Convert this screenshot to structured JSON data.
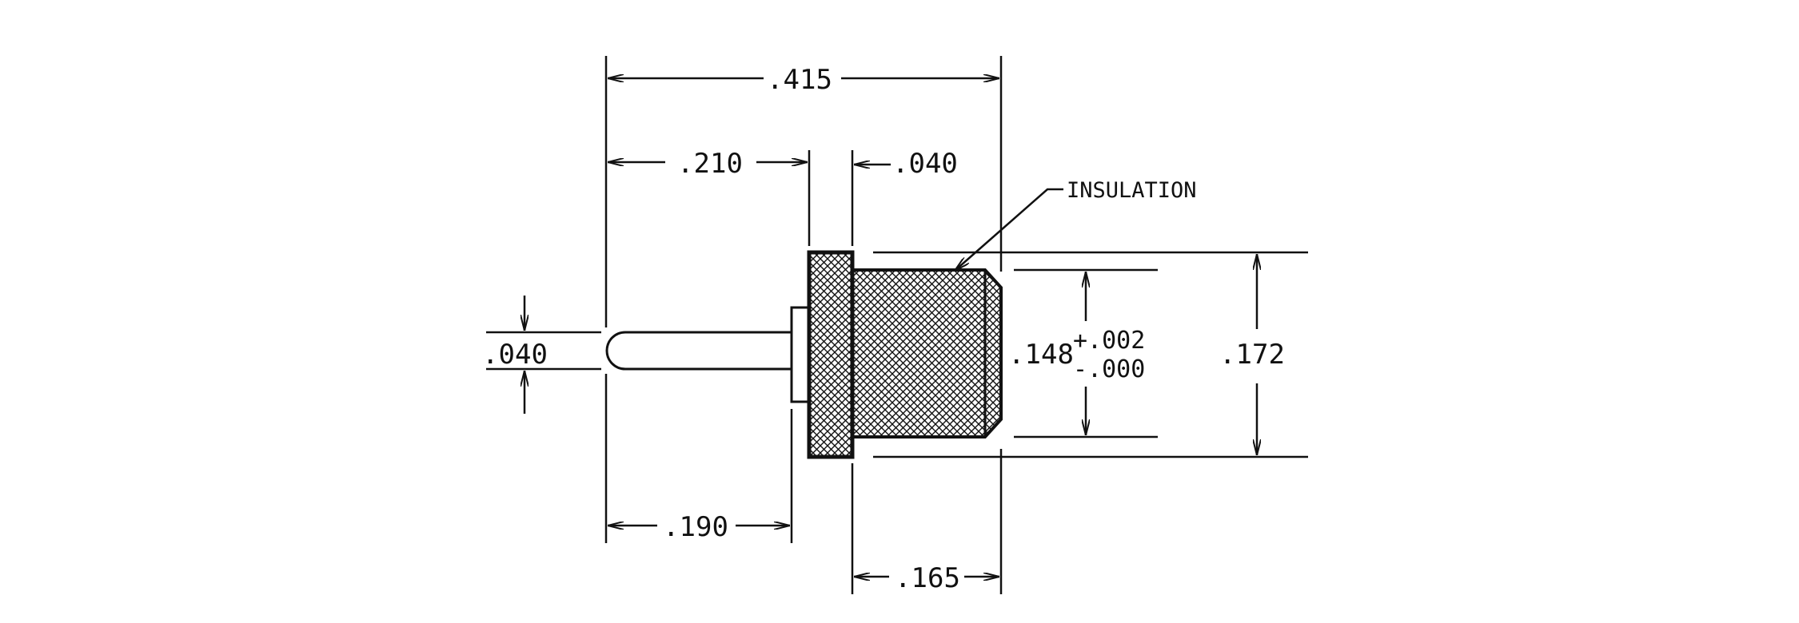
{
  "drawing": {
    "dimensions": {
      "overall_length": ".415",
      "pin_to_flange": ".210",
      "flange_thickness": ".040",
      "pin_length": ".190",
      "insulation_length": ".165",
      "pin_diameter": ".040",
      "insulation_diameter": ".148",
      "insulation_tol_plus": "+.002",
      "insulation_tol_minus": "-.000",
      "outer_diameter": ".172"
    },
    "labels": {
      "insulation": "INSULATION"
    },
    "colors": {
      "ink": "#111111",
      "background": "#ffffff"
    }
  }
}
